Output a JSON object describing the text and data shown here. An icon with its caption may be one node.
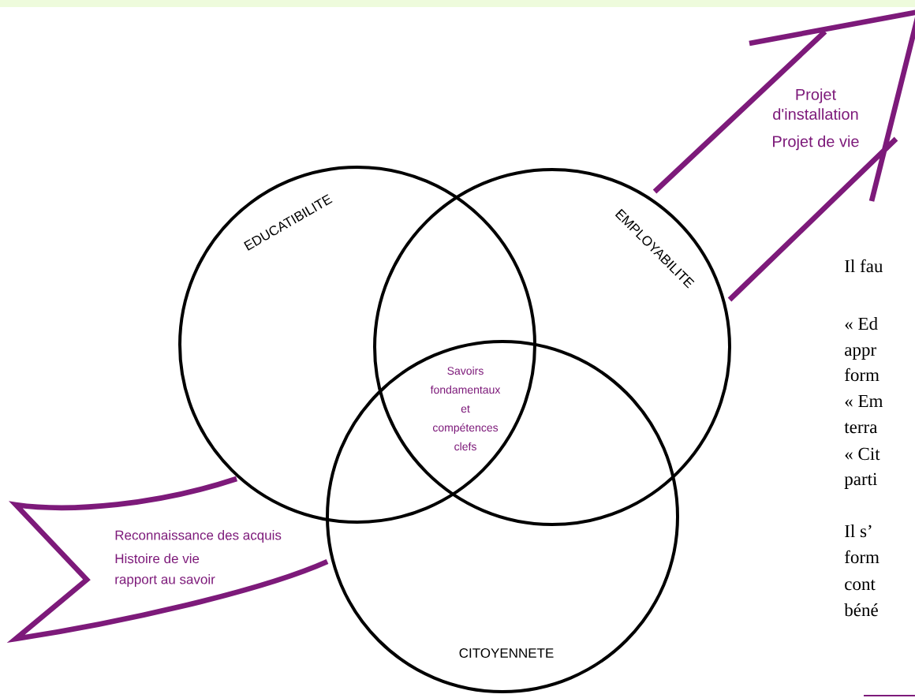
{
  "diagram": {
    "nodes": [
      {
        "text": [
          "EDUCATIBILITE"
        ]
      },
      {
        "text": [
          "EMPLOYABILITE"
        ]
      },
      {
        "text": [
          "CITOYENNETE"
        ]
      }
    ],
    "labels": [
      "Projet d'installation",
      "Projet de vie",
      "Savoirs fondamentaux et compétences clefs",
      "Reconnaissance des acquis",
      "Histoire de vie",
      "rapport au savoir",
      "Il fau",
      "« Ed",
      "appr",
      "form",
      "« Em",
      "terra",
      "« Cit",
      "parti",
      "Il s’",
      "form",
      "cont",
      "béné"
    ]
  }
}
